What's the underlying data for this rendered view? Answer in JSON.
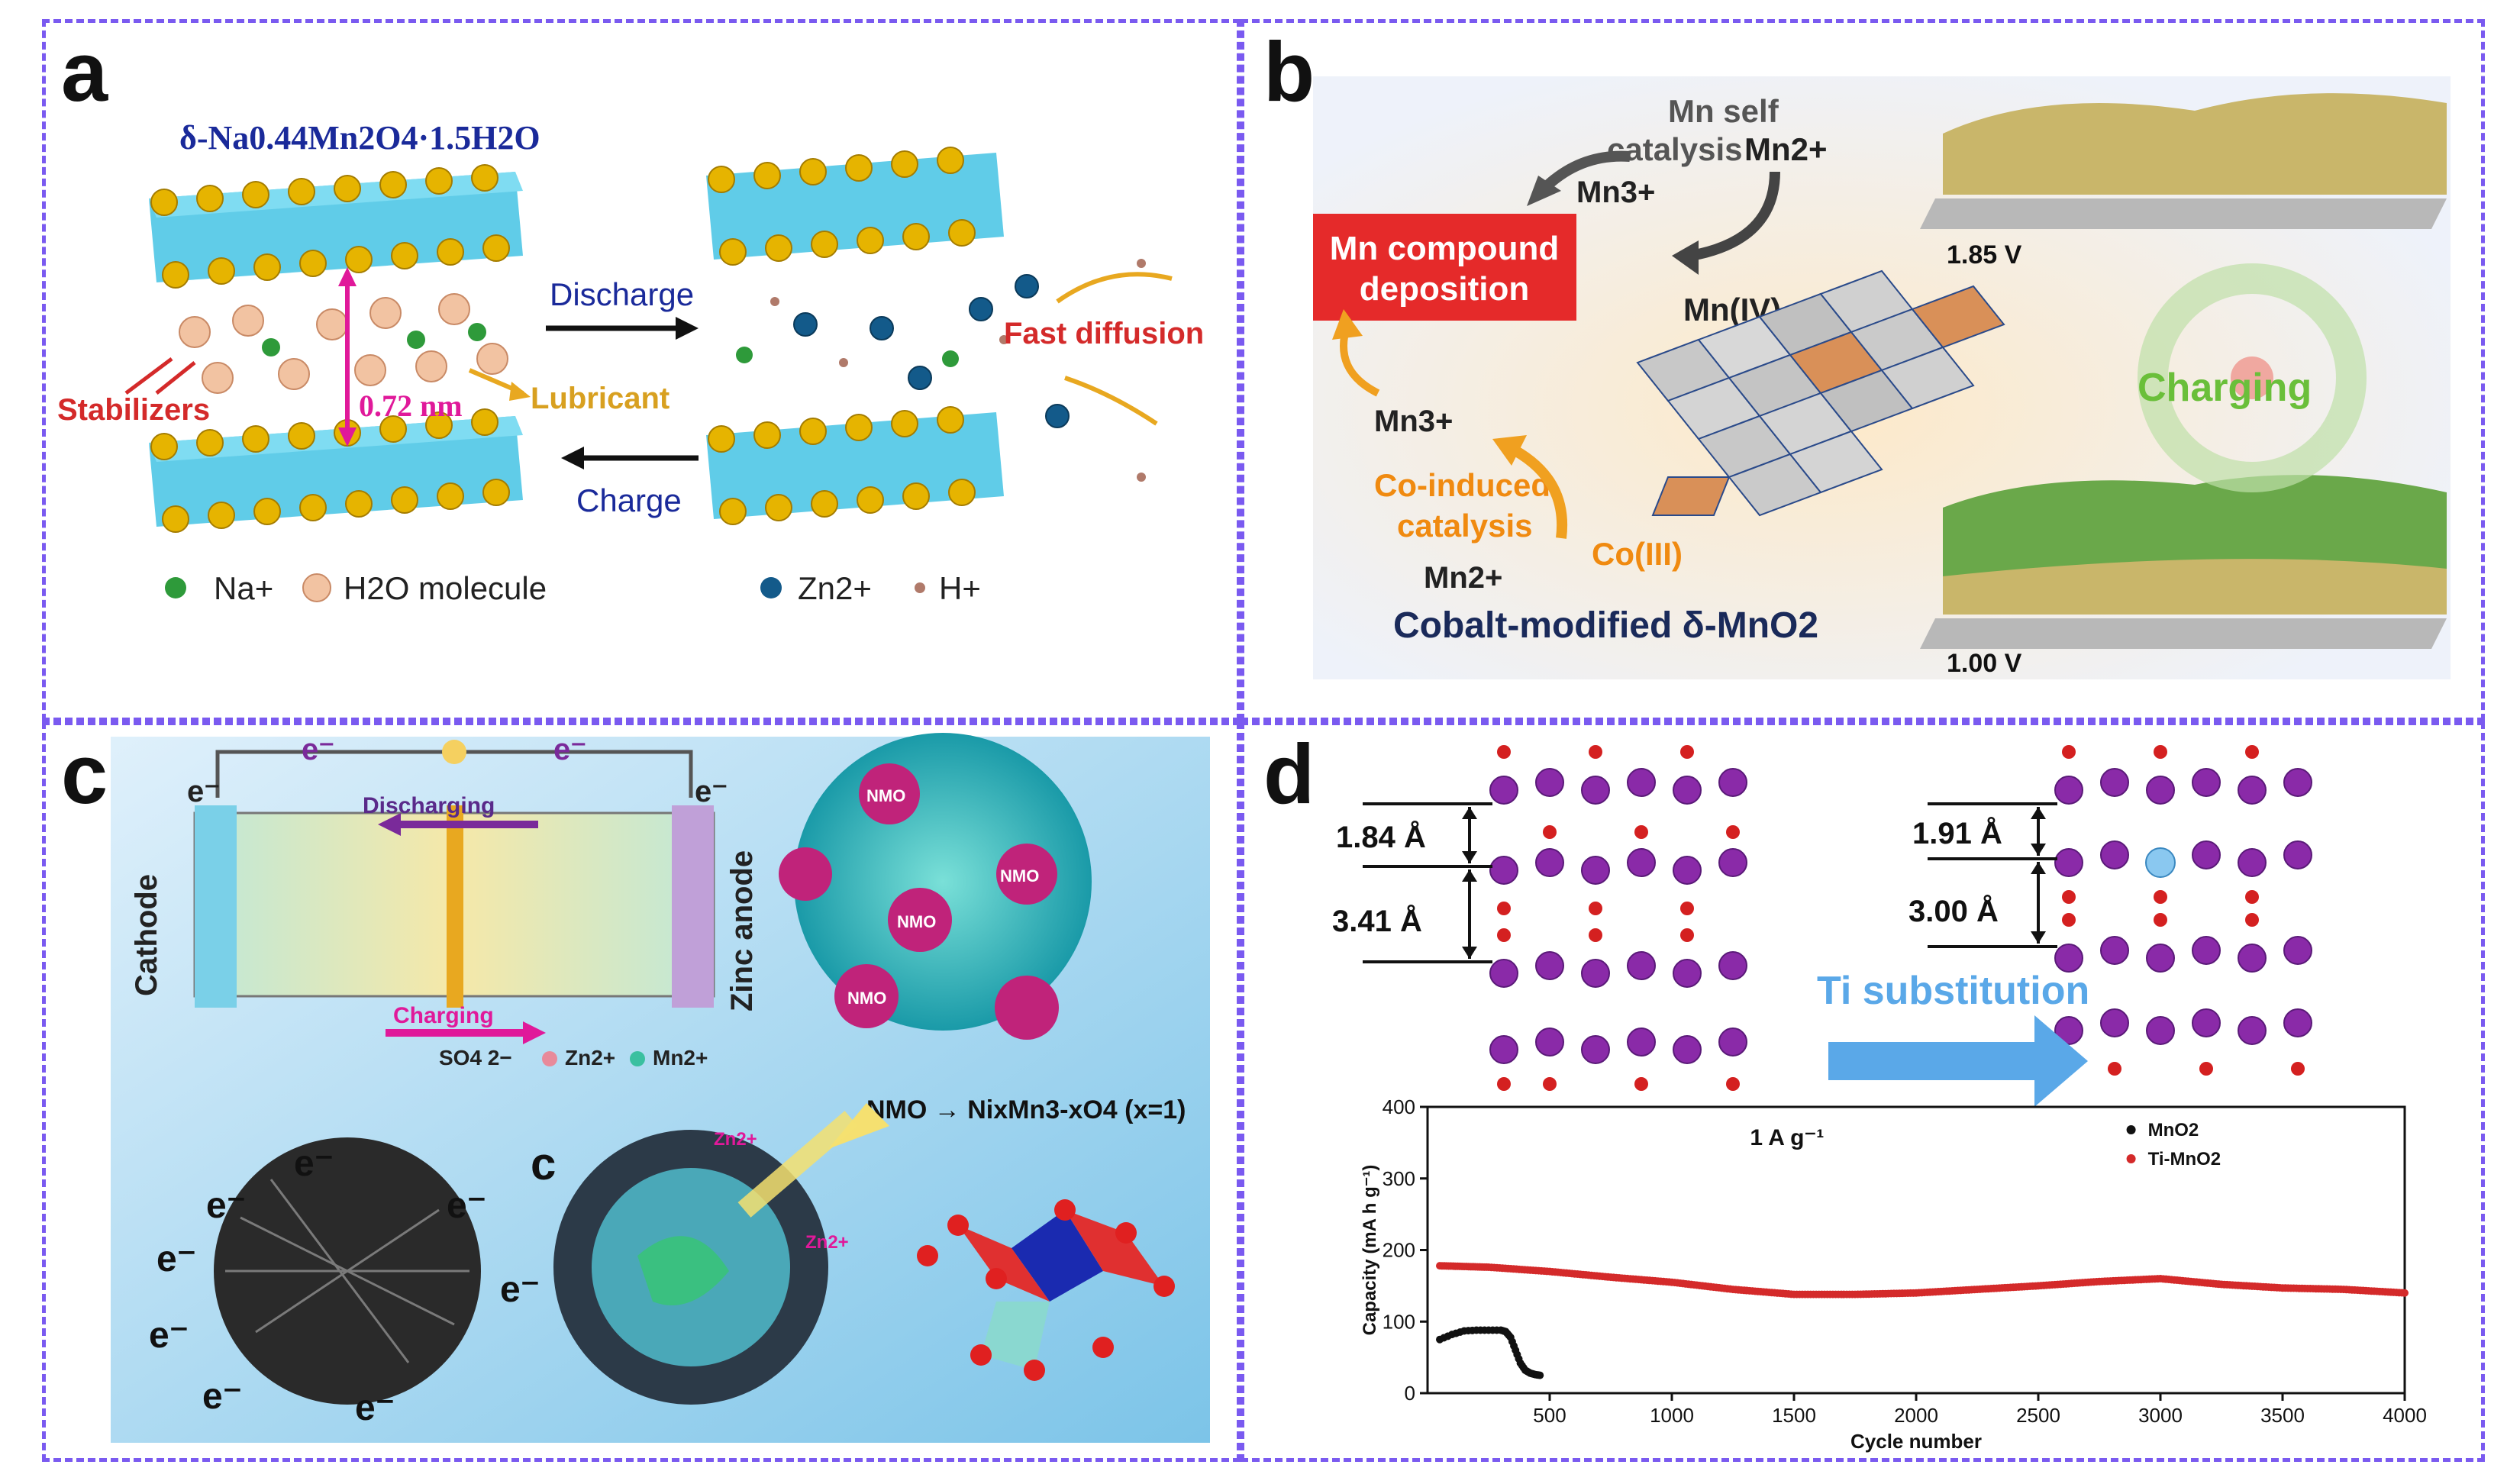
{
  "panels": {
    "a": {
      "label": "a",
      "formula": "δ-Na0.44Mn2O4·1.5H2O",
      "spacing": "0.72 nm",
      "stabilizers": "Stabilizers",
      "lubricant": "Lubricant",
      "discharge": "Discharge",
      "charge": "Charge",
      "fast_diffusion": "Fast diffusion",
      "legend_na": "Na+",
      "legend_h2o": "H2O molecule",
      "legend_zn": "Zn2+",
      "legend_h": "H+"
    },
    "b": {
      "label": "b",
      "mn_self_1": "Mn self",
      "mn_self_2": "catalysis",
      "mn2_top": "Mn2+",
      "mn3_top": "Mn3+",
      "deposition_1": "Mn compound",
      "deposition_2": "deposition",
      "mn_iv": "Mn(IV)",
      "mn3_left": "Mn3+",
      "co_induced_1": "Co-induced",
      "co_induced_2": "catalysis",
      "mn2_bottom": "Mn2+",
      "co_iii": "Co(III)",
      "caption": "Cobalt-modified δ-MnO2",
      "v_high": "1.85 V",
      "v_low": "1.00 V",
      "charging": "Charging"
    },
    "c": {
      "label": "c",
      "e_top_left": "e⁻",
      "e_top_right": "e⁻",
      "e_left": "e⁻",
      "e_right": "e⁻",
      "discharging": "Discharging",
      "charging": "Charging",
      "cathode": "Cathode",
      "zinc_anode": "Zinc anode",
      "legend_so4": "SO4 2−",
      "legend_zn": "Zn2+",
      "legend_mn": "Mn2+",
      "nmo": "NMO",
      "nmo_formula": "NMO → NixMn3-xO4 (x=1)",
      "inner_c": "c",
      "zn_label": "Zn2+"
    },
    "d": {
      "label": "d",
      "d1": "1.84 Å",
      "d2": "3.41 Å",
      "d3": "1.91 Å",
      "d4": "3.00 Å",
      "ti_sub": "Ti substitution"
    }
  },
  "chart_data": {
    "type": "scatter",
    "title": "1 A g⁻¹",
    "xlabel": "Cycle number",
    "ylabel": "Capacity (mA h g⁻¹)",
    "xlim": [
      0,
      4000
    ],
    "ylim": [
      0,
      400
    ],
    "xticks": [
      500,
      1000,
      1500,
      2000,
      2500,
      3000,
      3500,
      4000
    ],
    "yticks": [
      0,
      100,
      200,
      300,
      400
    ],
    "legend_position": "top-right",
    "series": [
      {
        "name": "MnO2",
        "color": "#111111",
        "x": [
          50,
          100,
          150,
          200,
          250,
          300,
          320,
          340,
          360,
          380,
          400,
          420,
          440,
          460
        ],
        "y": [
          75,
          82,
          87,
          88,
          88,
          88,
          86,
          78,
          60,
          42,
          32,
          28,
          26,
          25
        ]
      },
      {
        "name": "Ti-MnO2",
        "color": "#d42a2a",
        "x": [
          50,
          250,
          500,
          750,
          1000,
          1250,
          1500,
          1750,
          2000,
          2250,
          2500,
          2750,
          3000,
          3250,
          3500,
          3750,
          4000
        ],
        "y": [
          178,
          176,
          170,
          162,
          155,
          145,
          138,
          138,
          140,
          145,
          150,
          156,
          160,
          152,
          147,
          145,
          140
        ]
      }
    ]
  }
}
